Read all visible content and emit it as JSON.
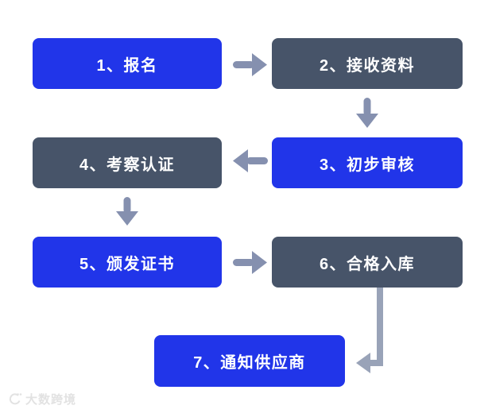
{
  "diagram": {
    "type": "flowchart",
    "background": "#ffffff",
    "steps": [
      {
        "num": "1",
        "label": "1、报名",
        "variant": "blue"
      },
      {
        "num": "2",
        "label": "2、接收资料",
        "variant": "slate"
      },
      {
        "num": "3",
        "label": "3、初步审核",
        "variant": "blue"
      },
      {
        "num": "4",
        "label": "4、考察认证",
        "variant": "slate"
      },
      {
        "num": "5",
        "label": "5、颁发证书",
        "variant": "blue"
      },
      {
        "num": "6",
        "label": "6、合格入库",
        "variant": "slate"
      },
      {
        "num": "7",
        "label": "7、通知供应商",
        "variant": "blue"
      }
    ],
    "connections": [
      {
        "from": "1",
        "to": "2",
        "direction": "right"
      },
      {
        "from": "2",
        "to": "3",
        "direction": "down"
      },
      {
        "from": "3",
        "to": "4",
        "direction": "left"
      },
      {
        "from": "4",
        "to": "5",
        "direction": "down"
      },
      {
        "from": "5",
        "to": "6",
        "direction": "right"
      },
      {
        "from": "6",
        "to": "7",
        "direction": "down-then-left"
      }
    ],
    "colors": {
      "step_blue": "#2135e9",
      "step_slate": "#475469",
      "arrow": "#8590af",
      "elbow_arrow": "#99a3b8",
      "step_text": "#ffffff"
    }
  },
  "watermark": {
    "text": "大数跨境",
    "icon": "smiley-circle-logo",
    "color": "#e2e2e2"
  }
}
